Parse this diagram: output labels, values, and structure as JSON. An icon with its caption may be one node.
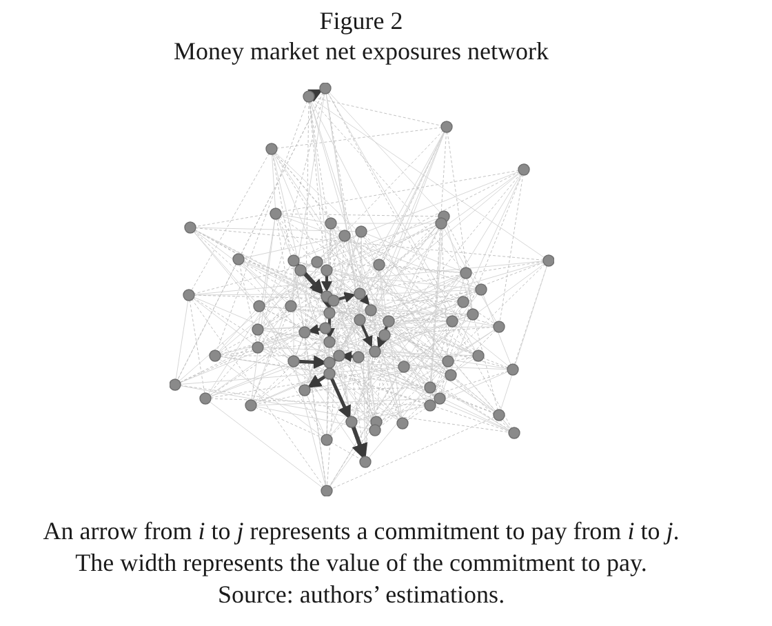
{
  "diagram": {
    "title": "Money market net exposures network",
    "caption": "An arrow from *i* to *j* represents a commitment to pay from *i* to *j*. The width represents the value of the commitment to pay.",
    "labels": [
      "Figure 2",
      "Source: authors’ estimations."
    ]
  }
}
